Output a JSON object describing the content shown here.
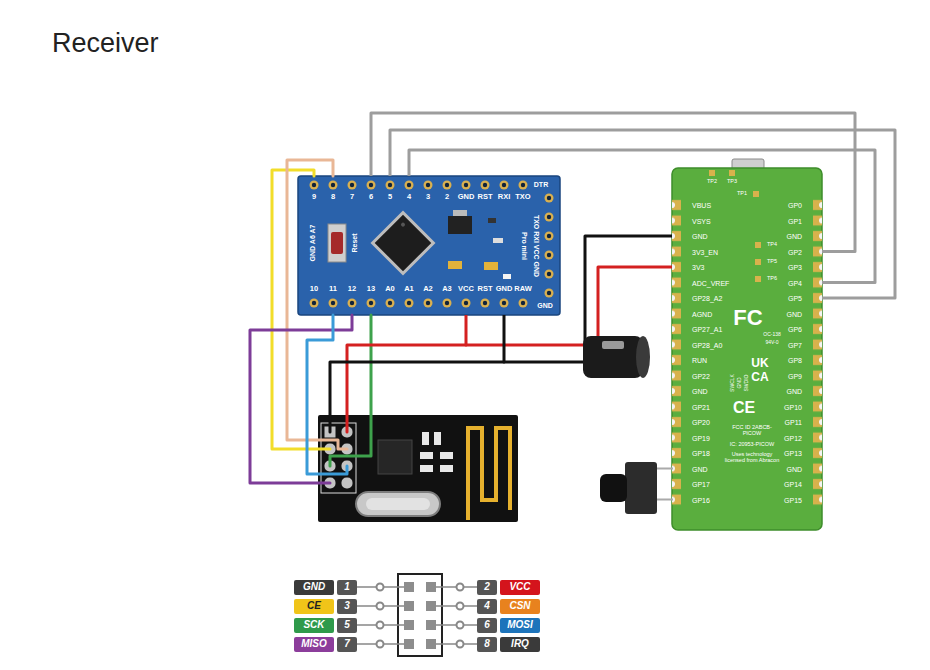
{
  "diagram": {
    "title": "Receiver",
    "nodes": [
      {
        "text": [
          "9",
          "8",
          "7",
          "6",
          "5",
          "4",
          "3",
          "2",
          "GND",
          "RST",
          "RXI",
          "TXO",
          "DTR",
          "TXO RXI VCC GND",
          "Pro mini",
          "Reset",
          "GND A6 A7",
          "10",
          "11",
          "12",
          "13",
          "A0",
          "A1",
          "A2",
          "A3",
          "VCC",
          "RST",
          "GND",
          "RAW",
          "GND"
        ]
      },
      {
        "text": [
          "VBUS",
          "VSYS",
          "GND",
          "3V3_EN",
          "3V3",
          "ADC_VREF",
          "GP28_A2",
          "AGND",
          "GP27_A1",
          "GP28_A0",
          "RUN",
          "GP22",
          "GND",
          "GP21",
          "GP20",
          "GP19",
          "GP18",
          "GND",
          "GP17",
          "GP16",
          "GP0",
          "GP1",
          "GND",
          "GP2",
          "GP3",
          "GP4",
          "GP5",
          "GND",
          "GP6",
          "GP7",
          "GP8",
          "GP9",
          "GND",
          "GP10",
          "GP11",
          "GP12",
          "GP13",
          "GND",
          "GP14",
          "GP15",
          "TP2",
          "TP3",
          "TP1",
          "TP4",
          "TP5",
          "TP6",
          "FC",
          "OC-138",
          "94V-0",
          "UK",
          "CA",
          "SWCLK",
          "GND",
          "SWDIO",
          "CE",
          "FCC ID 2ABCB-PICOW",
          "IC: 20953-PICOW",
          "Uses technology licensed from Abracon"
        ]
      },
      {
        "text": [
          "GND"
        ]
      },
      {
        "text": [
          "1"
        ]
      },
      {
        "text": [
          "2"
        ]
      },
      {
        "text": [
          "VCC"
        ]
      },
      {
        "text": [
          "CE"
        ]
      },
      {
        "text": [
          "3"
        ]
      },
      {
        "text": [
          "4"
        ]
      },
      {
        "text": [
          "CSN"
        ]
      },
      {
        "text": [
          "SCK"
        ]
      },
      {
        "text": [
          "5"
        ]
      },
      {
        "text": [
          "6"
        ]
      },
      {
        "text": [
          "MOSI"
        ]
      },
      {
        "text": [
          "MISO"
        ]
      },
      {
        "text": [
          "7"
        ]
      },
      {
        "text": [
          "8"
        ]
      },
      {
        "text": [
          "IRQ"
        ]
      }
    ],
    "edges": [
      {
        "from": 0,
        "to": 1,
        "arrow": "none"
      },
      {
        "from": 0,
        "to": 1,
        "arrow": "none"
      },
      {
        "from": 0,
        "to": 1,
        "arrow": "none"
      },
      {
        "from": 0,
        "to": 1,
        "arrow": "none"
      },
      {
        "from": 0,
        "to": 1,
        "arrow": "none"
      }
    ]
  }
}
